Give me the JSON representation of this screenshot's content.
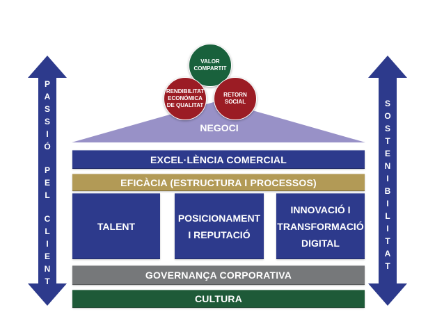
{
  "colors": {
    "navy": "#2d3a8c",
    "gold": "#b29a56",
    "gray": "#76787a",
    "green": "#1e5a38",
    "roof": "#9891c7",
    "red": "#9b1c24",
    "dark_green": "#19613c"
  },
  "circles": {
    "top": "VALOR\nCOMPARTIT",
    "left": "RENDIBILITAT\nECONÒMICA\nDE QUALITAT",
    "right": "RETORN\nSOCIAL"
  },
  "roof": {
    "label": "NEGOCI"
  },
  "bars": {
    "excellence": "EXCEL·LÈNCIA COMERCIAL",
    "efficacy": "EFICÀCIA (ESTRUCTURA I PROCESSOS)",
    "governance": "GOVERNANÇA CORPORATIVA",
    "culture": "CULTURA"
  },
  "pillars": [
    {
      "label": "TALENT"
    },
    {
      "label": "POSICIONAMENT\nI REPUTACIÓ"
    },
    {
      "label": "INNOVACIÓ I\nTRANSFORMACIÓ\nDIGITAL"
    }
  ],
  "arrows": {
    "left": {
      "label": "PASSIÓ PEL CLIENT",
      "letters": [
        "P",
        "A",
        "S",
        "S",
        "I",
        "Ó",
        " ",
        "P",
        "E",
        "L",
        " ",
        "C",
        "L",
        "I",
        "E",
        "N",
        "T"
      ],
      "icon": "double-arrow-vertical"
    },
    "right": {
      "label": "SOSTENIBILITAT",
      "letters": [
        "S",
        "O",
        "S",
        "T",
        "E",
        "N",
        "I",
        "B",
        "I",
        "L",
        "I",
        "T",
        "A",
        "T"
      ],
      "icon": "double-arrow-vertical"
    }
  }
}
